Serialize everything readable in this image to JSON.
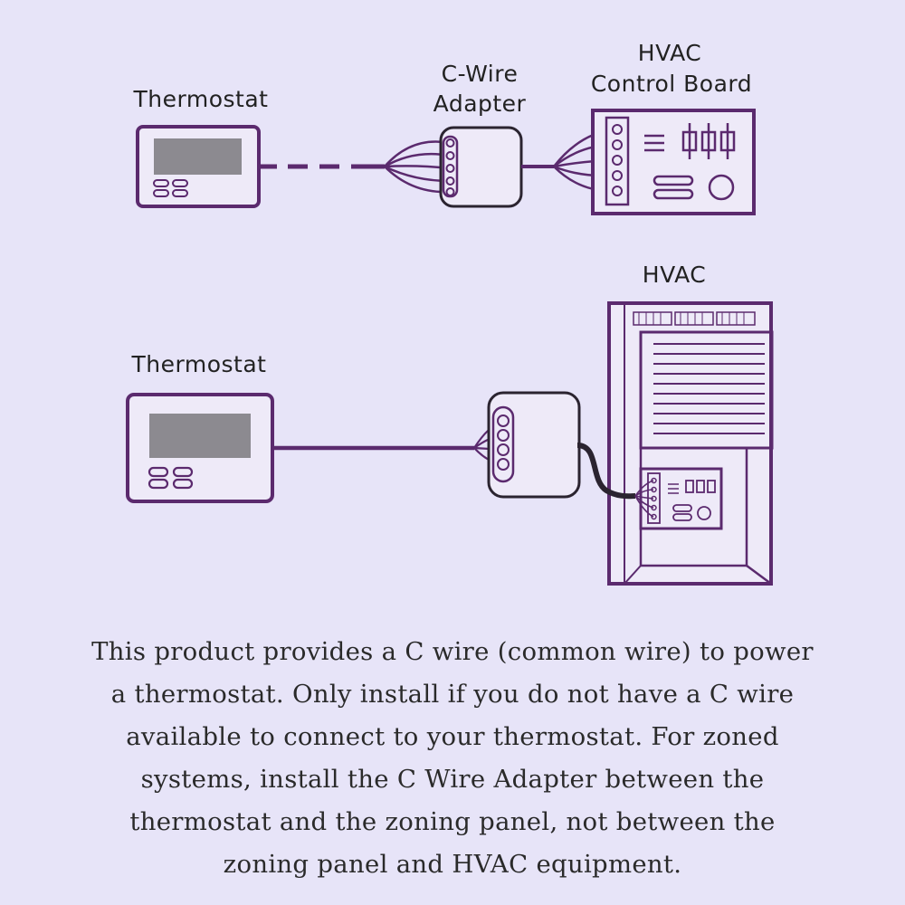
{
  "diagram": {
    "top": {
      "thermostat_label": "Thermostat",
      "adapter_label_line1": "C-Wire",
      "adapter_label_line2": "Adapter",
      "board_label_line1": "HVAC",
      "board_label_line2": "Control Board"
    },
    "bottom": {
      "thermostat_label": "Thermostat",
      "hvac_label": "HVAC"
    },
    "colors": {
      "background": "#e7e4f8",
      "purple": "#5b2a6e",
      "dark": "#2b2430",
      "screen": "#8c8a90"
    }
  },
  "description": {
    "lines": [
      "This product provides a C wire (common wire) to power",
      "a thermostat. Only install if you do not have a C wire",
      "available to connect to your thermostat. For zoned",
      "systems, install the C Wire Adapter between the",
      "thermostat and the zoning panel, not between the",
      "zoning panel and HVAC equipment."
    ]
  }
}
